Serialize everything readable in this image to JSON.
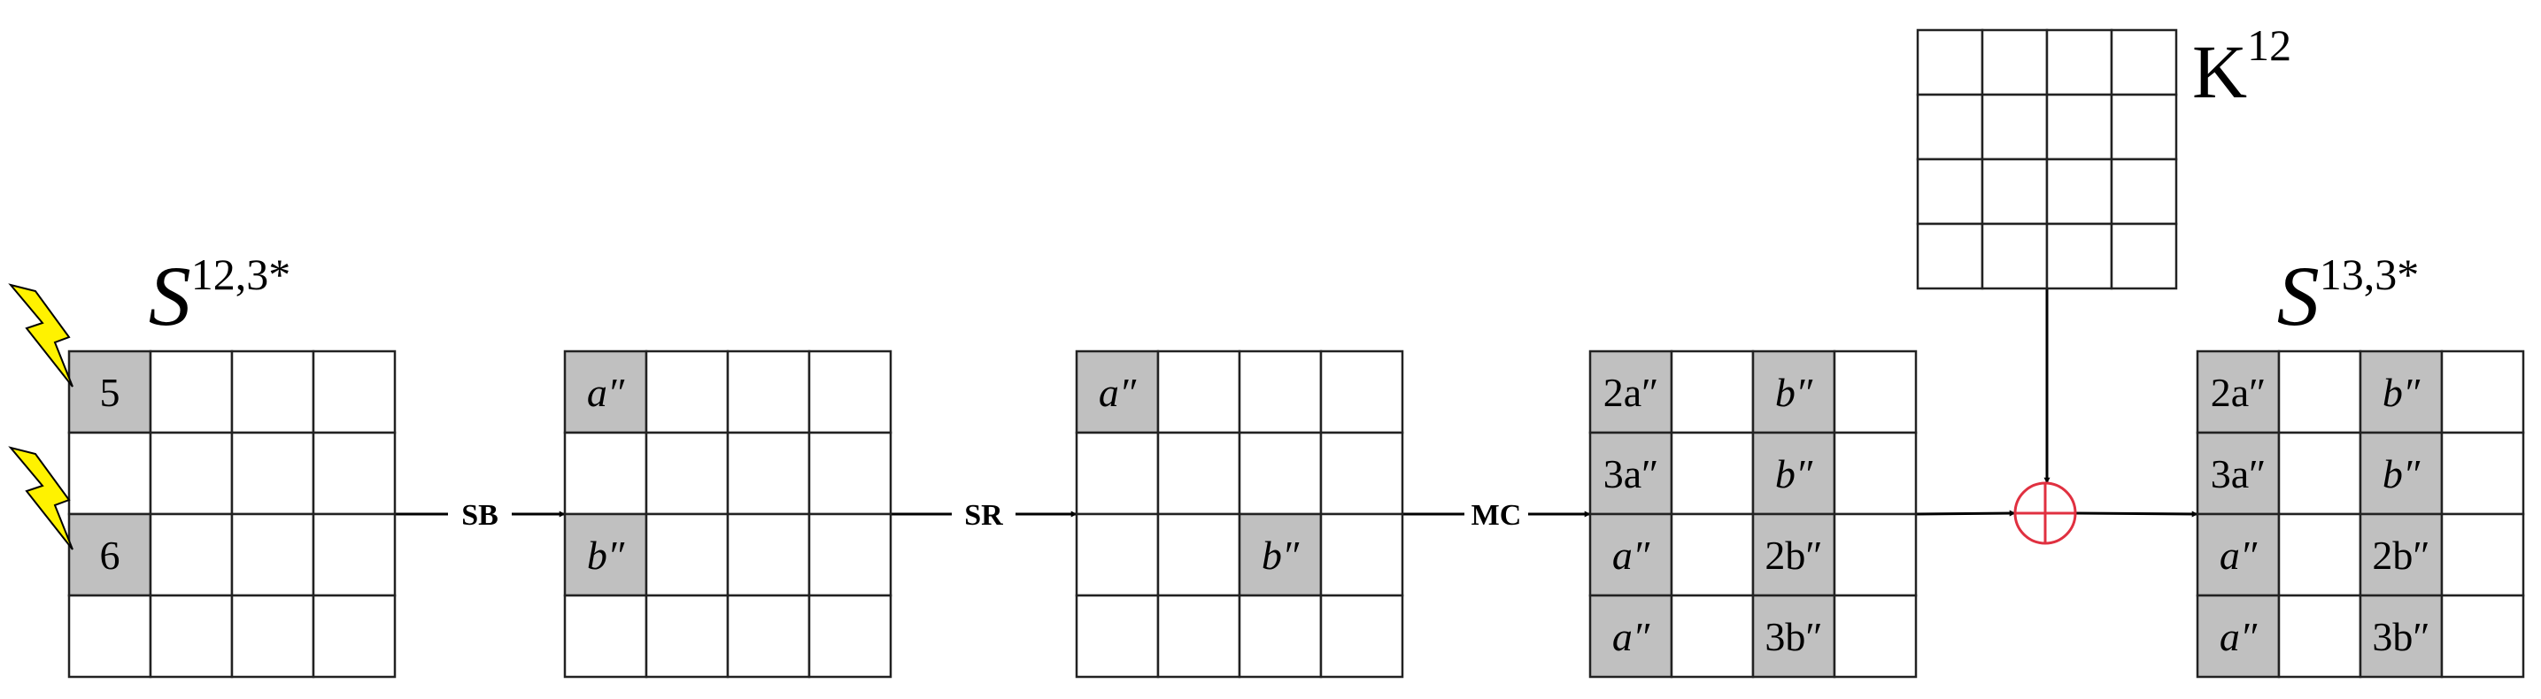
{
  "colors": {
    "shaded_cell": "#c0c0c0",
    "empty_cell": "#ffffff",
    "grid_line": "#222222",
    "xor": "#e03040",
    "lightning": "#fff200"
  },
  "states": [
    {
      "label": "S",
      "sup": "12,3*",
      "cells": [
        {
          "r": 0,
          "c": 0,
          "text": "5"
        },
        {
          "r": 2,
          "c": 0,
          "text": "6"
        }
      ]
    },
    {
      "label": "",
      "sup": "",
      "cells": [
        {
          "r": 0,
          "c": 0,
          "text": "a″",
          "italic": true
        },
        {
          "r": 2,
          "c": 0,
          "text": "b″",
          "italic": true
        }
      ]
    },
    {
      "label": "",
      "sup": "",
      "cells": [
        {
          "r": 0,
          "c": 0,
          "text": "a″",
          "italic": true
        },
        {
          "r": 2,
          "c": 2,
          "text": "b″",
          "italic": true
        }
      ]
    },
    {
      "label": "",
      "sup": "",
      "cells": [
        {
          "r": 0,
          "c": 0,
          "text": "2a″"
        },
        {
          "r": 1,
          "c": 0,
          "text": "3a″"
        },
        {
          "r": 2,
          "c": 0,
          "text": "a″",
          "italic": true
        },
        {
          "r": 3,
          "c": 0,
          "text": "a″",
          "italic": true
        },
        {
          "r": 0,
          "c": 2,
          "text": "b″",
          "italic": true
        },
        {
          "r": 1,
          "c": 2,
          "text": "b″",
          "italic": true
        },
        {
          "r": 2,
          "c": 2,
          "text": "2b″"
        },
        {
          "r": 3,
          "c": 2,
          "text": "3b″"
        }
      ]
    },
    {
      "label": "S",
      "sup": "13,3*",
      "cells": [
        {
          "r": 0,
          "c": 0,
          "text": "2a″"
        },
        {
          "r": 1,
          "c": 0,
          "text": "3a″"
        },
        {
          "r": 2,
          "c": 0,
          "text": "a″",
          "italic": true
        },
        {
          "r": 3,
          "c": 0,
          "text": "a″",
          "italic": true
        },
        {
          "r": 0,
          "c": 2,
          "text": "b″",
          "italic": true
        },
        {
          "r": 1,
          "c": 2,
          "text": "b″",
          "italic": true
        },
        {
          "r": 2,
          "c": 2,
          "text": "2b″"
        },
        {
          "r": 3,
          "c": 2,
          "text": "3b″"
        }
      ]
    }
  ],
  "key": {
    "label": "K",
    "sup": "12"
  },
  "operations": [
    "SB",
    "SR",
    "MC"
  ],
  "fault_markers": [
    {
      "state": 0,
      "r": 0,
      "c": 0,
      "icon": "lightning-icon"
    },
    {
      "state": 0,
      "r": 2,
      "c": 0,
      "icon": "lightning-icon"
    }
  ],
  "xor_icon": "xor-icon"
}
